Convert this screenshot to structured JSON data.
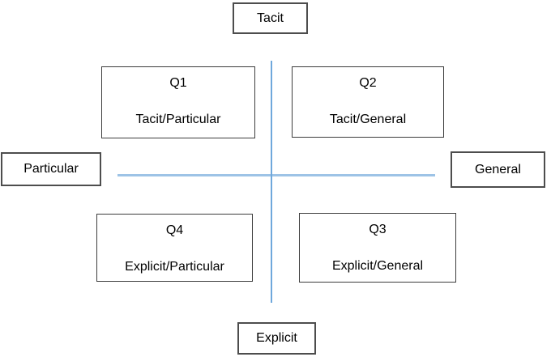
{
  "diagram": {
    "axes": {
      "top": "Tacit",
      "bottom": "Explicit",
      "left": "Particular",
      "right": "General"
    },
    "quadrants": {
      "top_left": {
        "title": "Q1",
        "label": "Tacit/Particular"
      },
      "top_right": {
        "title": "Q2",
        "label": "Tacit/General"
      },
      "bottom_left": {
        "title": "Q4",
        "label": "Explicit/Particular"
      },
      "bottom_right": {
        "title": "Q3",
        "label": "Explicit/General"
      }
    },
    "colors": {
      "axis_line_horizontal": "#9dc3e6",
      "axis_line_vertical": "#6fa8dc",
      "box_border": "#404040",
      "text": "#000000",
      "background": "#ffffff"
    }
  }
}
